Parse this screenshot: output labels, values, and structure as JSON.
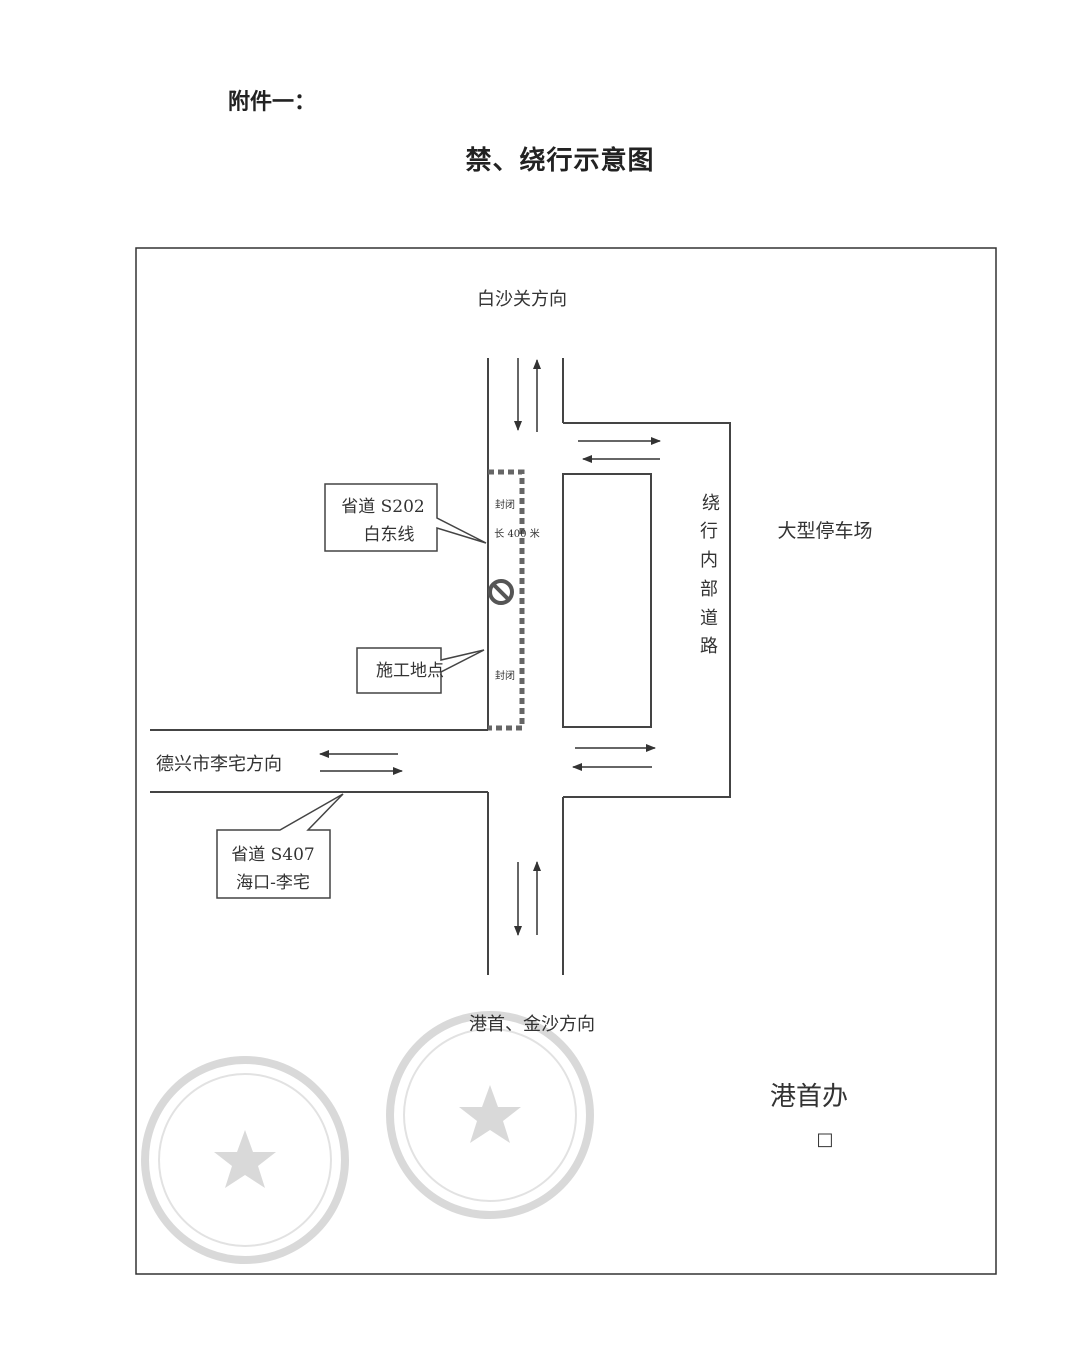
{
  "attachment_label": "附件一：",
  "title": "禁、绕行示意图",
  "labels": {
    "north": "白沙关方向",
    "south": "港首、金沙方向",
    "west": "德兴市李宅方向",
    "parking": "大型停车场",
    "detour_road": [
      "绕",
      "行",
      "内",
      "部",
      "道",
      "路"
    ],
    "closed_top": "封闭",
    "closed_length": "长 400 米",
    "closed_bottom": "封闭",
    "office": "港首办",
    "office_box": "□"
  },
  "callouts": {
    "s202": {
      "line1": "省道 S202",
      "line2": "白东线"
    },
    "construction": {
      "text": "施工地点"
    },
    "s407": {
      "line1": "省道 S407",
      "line2": "海口-李宅"
    }
  },
  "colors": {
    "line": "#444444",
    "dashed": "#666666",
    "stamp": "#bbbbbb"
  },
  "icons": {
    "no_entry": "no-entry-icon",
    "stamp": "star-seal-icon"
  }
}
